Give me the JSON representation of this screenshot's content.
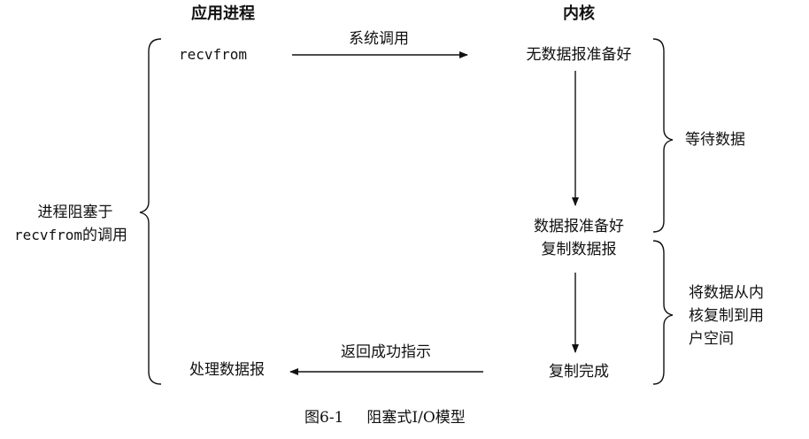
{
  "headers": {
    "app": "应用进程",
    "kernel": "内核"
  },
  "app": {
    "recvfrom": "recvfrom",
    "blocked_line1": "进程阻塞于",
    "blocked_line2_code": "recvfrom",
    "blocked_line2_text": "的调用",
    "process": "处理数据报"
  },
  "arrows": {
    "syscall": "系统调用",
    "return": "返回成功指示"
  },
  "kernel": {
    "no_datagram": "无数据报准备好",
    "datagram_ready": "数据报准备好",
    "copy_datagram": "复制数据报",
    "copy_complete": "复制完成"
  },
  "phases": {
    "wait": "等待数据",
    "copy_line1": "将数据从内",
    "copy_line2": "核复制到用",
    "copy_line3": "户空间"
  },
  "caption": {
    "figure": "图6-1",
    "title": "阻塞式I/O模型"
  }
}
